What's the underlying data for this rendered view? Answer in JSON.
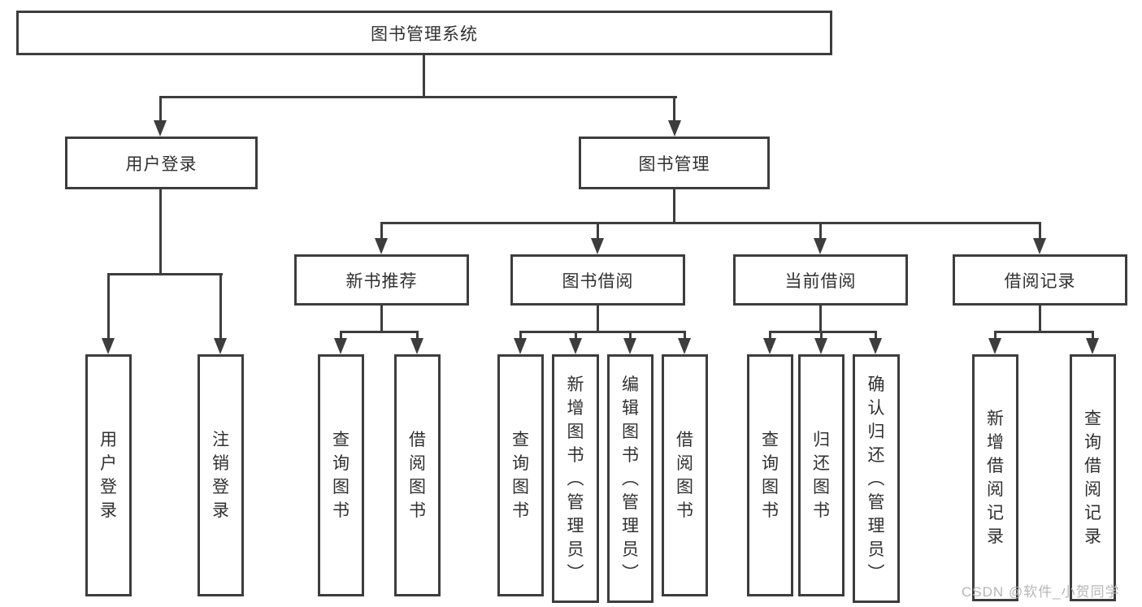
{
  "tree": {
    "label": "图书管理系统",
    "children": [
      {
        "label": "用户登录",
        "children": [
          {
            "label": "用户登录"
          },
          {
            "label": "注销登录"
          }
        ]
      },
      {
        "label": "图书管理",
        "children": [
          {
            "label": "新书推荐",
            "children": [
              {
                "label": "查询图书"
              },
              {
                "label": "借阅图书"
              }
            ]
          },
          {
            "label": "图书借阅",
            "children": [
              {
                "label": "查询图书"
              },
              {
                "label": "新增图书（管理员）"
              },
              {
                "label": "编辑图书（管理员）"
              },
              {
                "label": "借阅图书"
              }
            ]
          },
          {
            "label": "当前借阅",
            "children": [
              {
                "label": "查询图书"
              },
              {
                "label": "归还图书"
              },
              {
                "label": "确认归还（管理员）"
              }
            ]
          },
          {
            "label": "借阅记录",
            "children": [
              {
                "label": "新增借阅记录"
              },
              {
                "label": "查询借阅记录"
              }
            ]
          }
        ]
      }
    ]
  },
  "watermark": {
    "text": "CSDN @软件_小贺同学"
  },
  "colors": {
    "line": "#3d3d3d",
    "text": "#303030",
    "background": "#ffffff",
    "watermark": "#b2b2b2"
  }
}
